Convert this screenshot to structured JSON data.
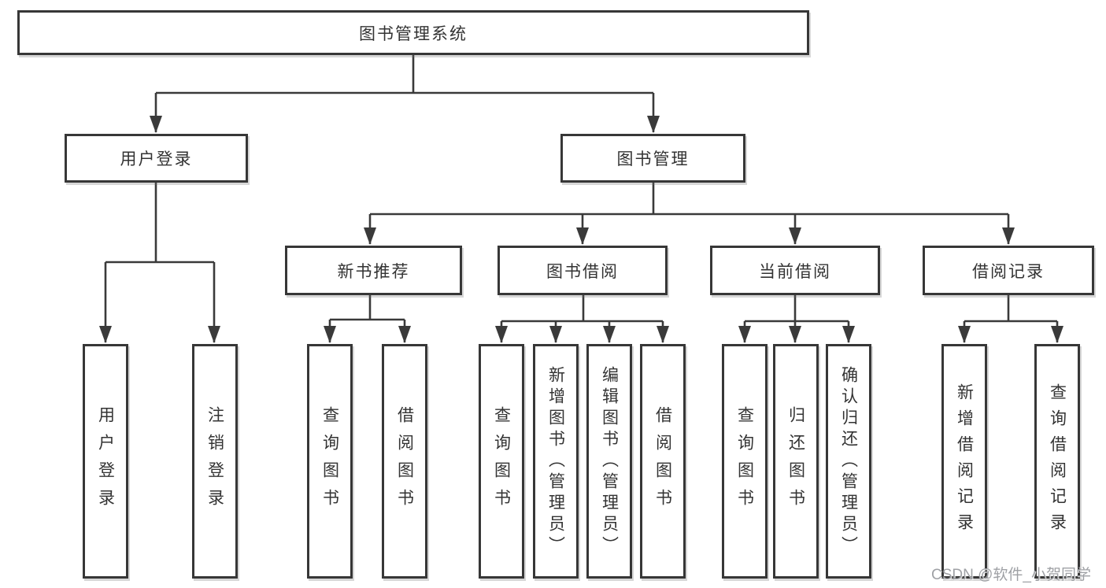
{
  "diagram": {
    "title": "图书管理系统",
    "branches": [
      {
        "label": "用户登录",
        "leaves": [
          "用户登录",
          "注销登录"
        ]
      },
      {
        "label": "图书管理",
        "children": [
          {
            "label": "新书推荐",
            "leaves": [
              "查询图书",
              "借阅图书"
            ]
          },
          {
            "label": "图书借阅",
            "leaves": [
              "查询图书",
              "新增图书（管理员）",
              "编辑图书（管理员）",
              "借阅图书"
            ]
          },
          {
            "label": "当前借阅",
            "leaves": [
              "查询图书",
              "归还图书",
              "确认归还（管理员）"
            ]
          },
          {
            "label": "借阅记录",
            "leaves": [
              "新增借阅记录",
              "查询借阅记录"
            ]
          }
        ]
      }
    ]
  },
  "colors": {
    "line": "#3a3a3a",
    "box_border": "#373737",
    "text": "#333333",
    "watermark": "#9fa1a5"
  },
  "watermark": "CSDN @软件_小贺同学"
}
